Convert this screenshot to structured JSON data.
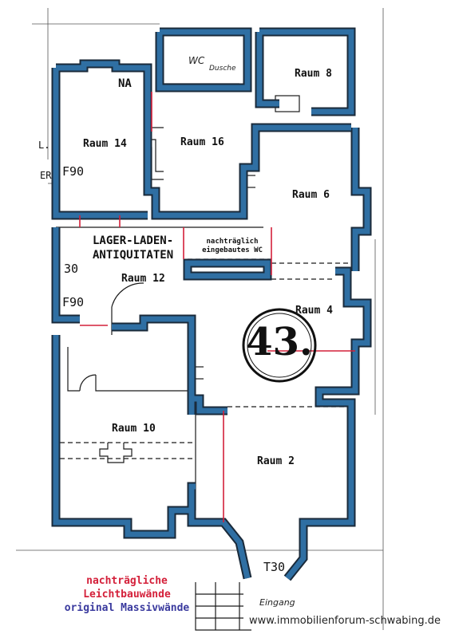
{
  "rooms": {
    "r8": "Raum 8",
    "r14": "Raum 14",
    "r16": "Raum 16",
    "r6": "Raum 6",
    "r12": "Raum 12",
    "r4": "Raum 4",
    "r10": "Raum 10",
    "r2": "Raum 2"
  },
  "marks": {
    "na": "NA",
    "wc": "WC",
    "dusche": "Dusche",
    "f90_top": "F90",
    "f90_left": "F90",
    "m30": "30",
    "t30": "T30",
    "edge_l": "L.",
    "edge_e": "ER",
    "eingang": "Eingang"
  },
  "shop": {
    "line1": "LAGER-LADEN-",
    "line2": "ANTIQUITATEN"
  },
  "note": {
    "line1": "nachträglich",
    "line2": "eingebautes WC"
  },
  "house_number": "43.",
  "legend": {
    "line1": "nachträgliche",
    "line2": "Leichtbauwände",
    "line3": "original Massivwände"
  },
  "watermark": "www.immobilienforum-schwabing.de",
  "colors": {
    "massive_wall": "#2f6fa3",
    "light_wall": "#d4203a",
    "line": "#1a1a1a"
  }
}
